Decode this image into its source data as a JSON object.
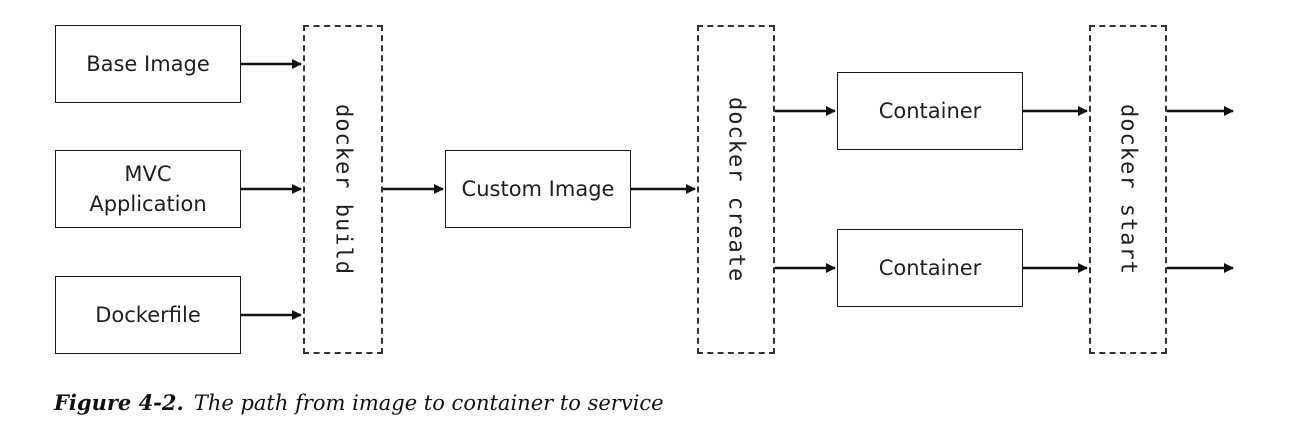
{
  "inputs": {
    "base_image": "Base Image",
    "mvc_line1": "MVC",
    "mvc_line2": "Application",
    "dockerfile": "Dockerfile"
  },
  "stages": {
    "build": "docker build",
    "create": "docker create",
    "start": "docker start"
  },
  "custom_image": "Custom Image",
  "containers": [
    "Container",
    "Container"
  ],
  "caption": {
    "number": "Figure 4-2.",
    "text": "The path from image to container to service"
  }
}
